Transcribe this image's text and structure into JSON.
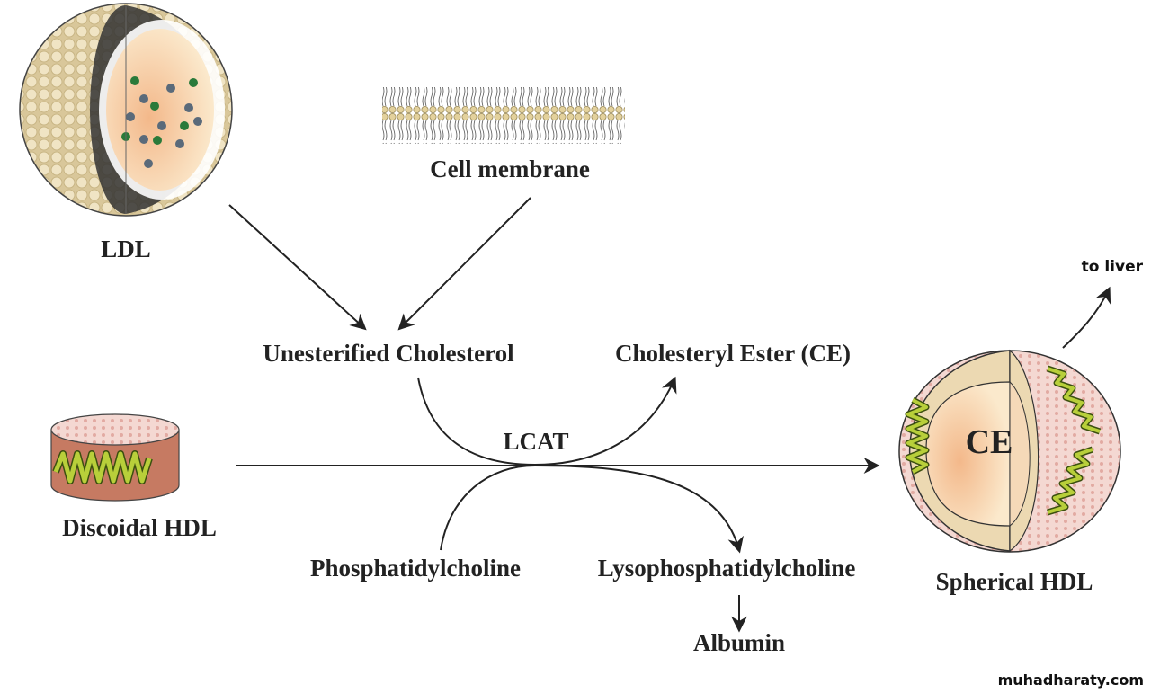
{
  "labels": {
    "ldl": "LDL",
    "cell_membrane": "Cell membrane",
    "unesterified_cholesterol": "Unesterified Cholesterol",
    "cholesteryl_ester": "Cholesteryl Ester (CE)",
    "discoidal_hdl": "Discoidal HDL",
    "lcat": "LCAT",
    "phosphatidylcholine": "Phosphatidylcholine",
    "lysophosphatidylcholine": "Lysophosphatidylcholine",
    "albumin": "Albumin",
    "spherical_hdl": "Spherical HDL",
    "ce_core": "CE",
    "to_liver": "to liver"
  },
  "watermark": "muhadharaty.com",
  "colors": {
    "shell": "#e8d6b0",
    "core": "#f7c9a0",
    "helix": "#a8c030",
    "pink": "#e9b7b0",
    "arrow": "#222222"
  }
}
